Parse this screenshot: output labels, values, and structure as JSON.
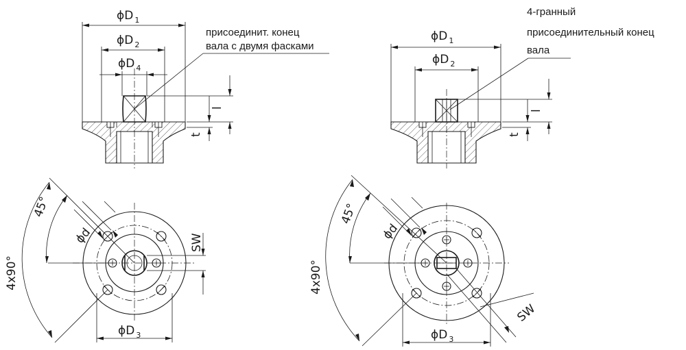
{
  "drawing_a": {
    "d1_label": "ϕD",
    "d1_sub": "1",
    "d2_label": "ϕD",
    "d2_sub": "2",
    "d4_label": "ϕD",
    "d4_sub": "4",
    "l_label": "l",
    "t_label": "t",
    "note_line1": "присоединит. конец",
    "note_line2": "вала с двумя фасками",
    "angle_45": "45°",
    "angle_4x90": "4x90°",
    "d_label": "ϕd",
    "sw_label": "SW",
    "d3_label": "ϕD",
    "d3_sub": "3"
  },
  "drawing_b": {
    "d1_label": "ϕD",
    "d1_sub": "1",
    "d2_label": "ϕD",
    "d2_sub": "2",
    "l_label": "l",
    "t_label": "t",
    "note_line1": "4-гранный",
    "note_line2": "присоединительный конец",
    "note_line3": "вала",
    "angle_45": "45°",
    "angle_4x90": "4x90°",
    "d_label": "ϕd",
    "sw_label": "SW",
    "d3_label": "ϕD",
    "d3_sub": "3"
  }
}
